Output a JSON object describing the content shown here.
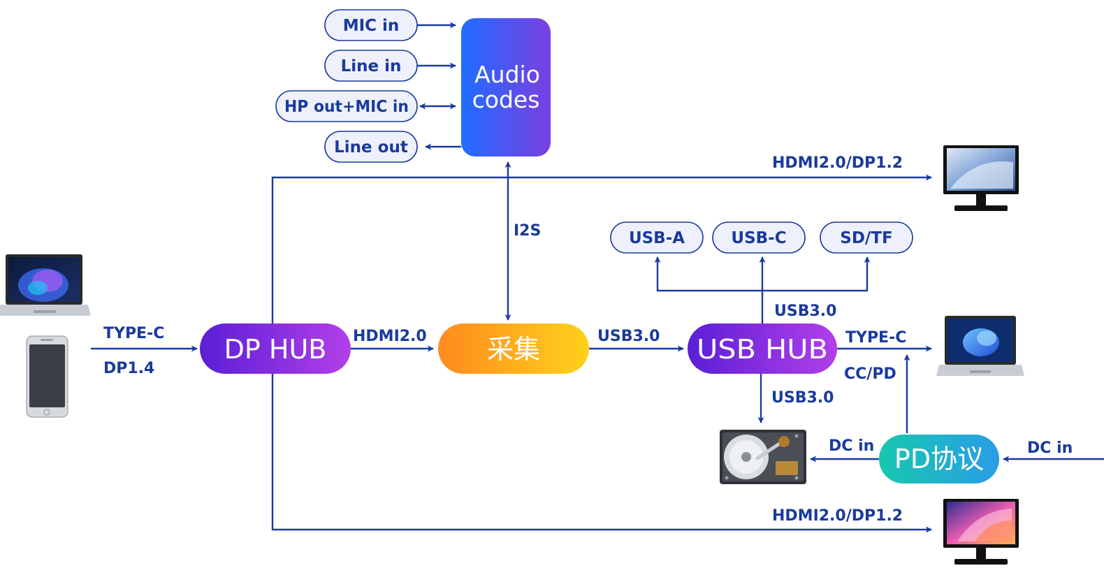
{
  "nodes": {
    "audio_line1": "Audio",
    "audio_line2": "codes",
    "dp_hub": "DP HUB",
    "capture": "采集",
    "usb_hub": "USB HUB",
    "pd": "PD协议"
  },
  "audio_ports": {
    "mic_in": "MIC in",
    "line_in": "Line in",
    "hp_mic": "HP out+MIC in",
    "line_out": "Line out"
  },
  "usb_ports": {
    "usb_a": "USB-A",
    "usb_c": "USB-C",
    "sd_tf": "SD/TF"
  },
  "labels": {
    "hdmi_dp_top": "HDMI2.0/DP1.2",
    "hdmi_dp_bottom": "HDMI2.0/DP1.2",
    "i2s": "I2S",
    "type_c_in": "TYPE-C",
    "dp14": "DP1.4",
    "hdmi20": "HDMI2.0",
    "usb30_cap": "USB3.0",
    "usb30_up": "USB3.0",
    "usb30_down": "USB3.0",
    "type_c_out": "TYPE-C",
    "cc_pd": "CC/PD",
    "dc_in_left": "DC in",
    "dc_in_right": "DC in"
  },
  "colors": {
    "wire": "#1a3aa0",
    "pill_border": "#1a3a9c",
    "pill_fill": "#eef1fb",
    "audio_grad": [
      "#1f6dff",
      "#7b3fe0"
    ],
    "dp_grad": [
      "#5b1fd6",
      "#b23fe8"
    ],
    "capture_grad": [
      "#ff8a1f",
      "#ffd21a"
    ],
    "pd_grad": [
      "#17c7b0",
      "#2a9de6"
    ]
  }
}
